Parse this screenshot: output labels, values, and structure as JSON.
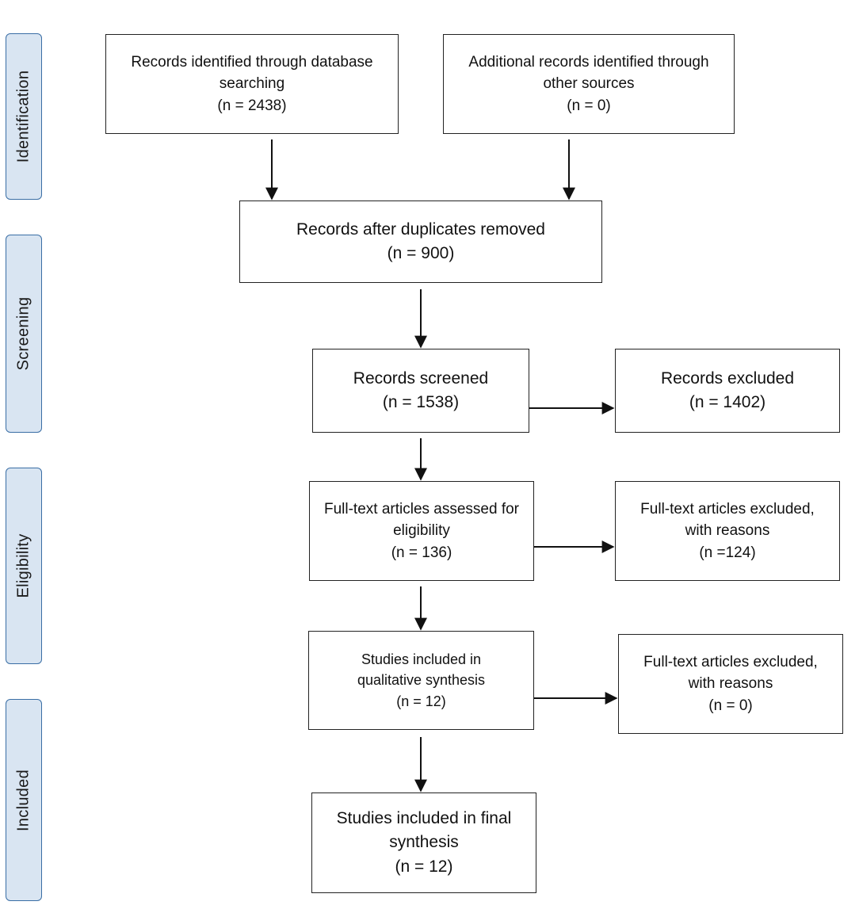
{
  "phases": {
    "identification": "Identification",
    "screening": "Screening",
    "eligibility": "Eligibility",
    "included": "Included"
  },
  "boxes": {
    "db_search": {
      "line1": "Records identified through database",
      "line2": "searching",
      "count": "(n = 2438)"
    },
    "other_sources": {
      "line1": "Additional records identified through",
      "line2": "other sources",
      "count": "(n = 0)"
    },
    "duplicates_removed": {
      "line1": "Records after duplicates removed",
      "count": "(n = 900)"
    },
    "screened": {
      "line1": "Records screened",
      "count": "(n = 1538)"
    },
    "excluded": {
      "line1": "Records excluded",
      "count": "(n = 1402)"
    },
    "fulltext_assessed": {
      "line1": "Full-text articles assessed for",
      "line2": "eligibility",
      "count": "(n = 136)"
    },
    "fulltext_excluded_1": {
      "line1": "Full-text articles excluded,",
      "line2": "with reasons",
      "count": "(n =124)"
    },
    "qualitative": {
      "line1": "Studies included in",
      "line2": "qualitative synthesis",
      "count": "(n = 12)"
    },
    "fulltext_excluded_2": {
      "line1": "Full-text articles excluded,",
      "line2": "with reasons",
      "count": "(n = 0)"
    },
    "final": {
      "line1": "Studies included in final",
      "line2": "synthesis",
      "count": "(n = 12)"
    }
  }
}
